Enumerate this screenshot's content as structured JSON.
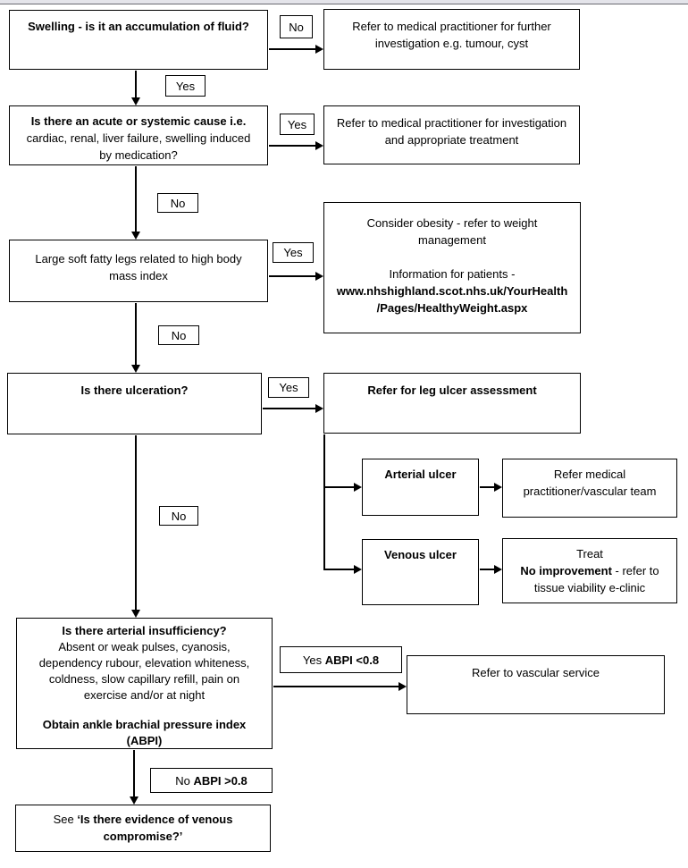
{
  "colors": {
    "line": "#000000",
    "background": "#ffffff",
    "top_strip": "#e4e4ea"
  },
  "labels": {
    "no": "No",
    "yes": "Yes",
    "yes_abpi": {
      "prefix": "Yes ",
      "bold": "ABPI <0.8"
    },
    "no_abpi": {
      "prefix": "No ",
      "bold": "ABPI >0.8"
    }
  },
  "nodes": {
    "swelling": {
      "lines": [
        "Swelling - is it an accumulation of fluid?"
      ]
    },
    "refer_further_investigation": {
      "lines": [
        "Refer to medical practitioner for further",
        "investigation e.g. tumour, cyst"
      ]
    },
    "acute_systemic": {
      "title": "Is there an acute or systemic cause i.e.",
      "lines": [
        "cardiac, renal, liver failure, swelling induced",
        "by medication?"
      ]
    },
    "refer_investigation_treatment": {
      "lines": [
        "Refer to medical practitioner for investigation",
        "and appropriate treatment"
      ]
    },
    "fatty_legs": {
      "lines": [
        "Large soft fatty legs related to high body",
        "mass index"
      ]
    },
    "consider_obesity": {
      "lines": [
        "Consider obesity - refer to weight",
        "management"
      ],
      "info_line": "Information for patients -",
      "url_lines": [
        "www.nhshighland.scot.nhs.uk/YourHealth",
        "/Pages/HealthyWeight.aspx"
      ]
    },
    "ulceration": {
      "title": "Is there ulceration?"
    },
    "leg_ulcer_assessment": {
      "title": "Refer for leg ulcer assessment"
    },
    "arterial_ulcer": {
      "title": "Arterial ulcer"
    },
    "refer_vascular_team": {
      "lines": [
        "Refer medical",
        "practitioner/vascular team"
      ]
    },
    "venous_ulcer": {
      "title": "Venous ulcer"
    },
    "treat": {
      "line1": "Treat",
      "bold": "No improvement",
      "rest": " - refer to",
      "line3": "tissue viability e-clinic"
    },
    "arterial_insufficiency": {
      "title": "Is there arterial insufficiency?",
      "lines": [
        "Absent or weak pulses, cyanosis,",
        "dependency rubour, elevation whiteness,",
        "coldness, slow capillary refill, pain on",
        "exercise and/or at night"
      ],
      "obtain_lines": [
        "Obtain ankle brachial pressure index",
        "(ABPI)"
      ]
    },
    "vascular_service": {
      "lines": [
        "Refer to vascular service"
      ]
    },
    "venous_compromise": {
      "prefix": "See ",
      "bold_line1": "‘Is there evidence of venous",
      "bold_line2": "compromise?’"
    }
  }
}
